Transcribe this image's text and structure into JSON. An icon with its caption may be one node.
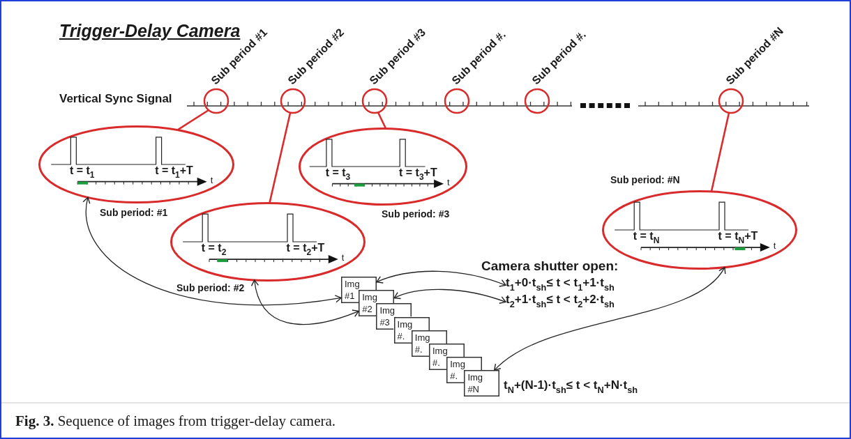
{
  "diagram": {
    "title": "Trigger-Delay Camera",
    "caption": "**Fig. 3.** Sequence of images from trigger-delay camera.",
    "nodes": [
      {
        "text": [],
        "shape": "circle",
        "beside": [
          "Sub period #1"
        ]
      },
      {
        "text": [],
        "shape": "circle",
        "beside": [
          "Sub period #2"
        ]
      },
      {
        "text": [],
        "shape": "circle",
        "beside": [
          "Sub period #3"
        ]
      },
      {
        "text": [],
        "shape": "circle",
        "beside": [
          "Sub period #."
        ]
      },
      {
        "text": [],
        "shape": "circle",
        "beside": [
          "Sub period #."
        ]
      },
      {
        "text": [],
        "shape": "circle",
        "beside": [
          "Sub period #N"
        ]
      },
      {
        "text": [
          "Sub period: #1",
          "t = t$_{1}$",
          "t = t$_{1}$+T",
          "t"
        ]
      },
      {
        "text": [
          "Sub period: #2",
          "t = t$_{2}$",
          "t = t$_{2}$+T",
          "t"
        ]
      },
      {
        "text": [
          "Sub period: #3",
          "t = t$_{3}$",
          "t = t$_{3}$+T",
          "t"
        ]
      },
      {
        "text": [
          "Sub period: #N",
          "t = t$_{N}$",
          "t = t$_{N}$+T",
          "t"
        ]
      },
      {
        "text": [
          "Img #1"
        ]
      },
      {
        "text": [
          "Img #2"
        ]
      },
      {
        "text": [
          "Img #3"
        ]
      },
      {
        "text": [
          "Img #."
        ]
      },
      {
        "text": [
          "Img #."
        ]
      },
      {
        "text": [
          "Img #."
        ]
      },
      {
        "text": [
          "Img #."
        ]
      },
      {
        "text": [
          "Img #N"
        ]
      },
      {
        "text": [
          "t$_{1}$+0·t$_{sh}$≤ t < t$_{1}$+1·t$_{sh}$"
        ]
      },
      {
        "text": [
          "t$_{2}$+1·t$_{sh}$≤ t < t$_{2}$+2·t$_{sh}$"
        ]
      },
      {
        "text": [
          "t$_{N}$+(N-1)·t$_{sh}$≤ t < t$_{N}$+N·t$_{sh}$"
        ]
      }
    ],
    "edges": [
      {
        "from": 0,
        "to": 6,
        "arrow": "none",
        "color": "#d92b2b"
      },
      {
        "from": 1,
        "to": 7,
        "arrow": "none",
        "color": "#d92b2b"
      },
      {
        "from": 2,
        "to": 8,
        "arrow": "none",
        "color": "#d92b2b"
      },
      {
        "from": 5,
        "to": 9,
        "arrow": "none",
        "color": "#d92b2b"
      },
      {
        "from": 6,
        "to": 10,
        "arrow": "both"
      },
      {
        "from": 7,
        "to": 11,
        "arrow": "both"
      },
      {
        "from": 18,
        "to": 10,
        "arrow": "both"
      },
      {
        "from": 19,
        "to": 11,
        "arrow": "both"
      },
      {
        "from": 9,
        "to": 17,
        "arrow": "both"
      }
    ],
    "labels": [
      "Vertical Sync Signal",
      "Camera shutter open:"
    ]
  }
}
